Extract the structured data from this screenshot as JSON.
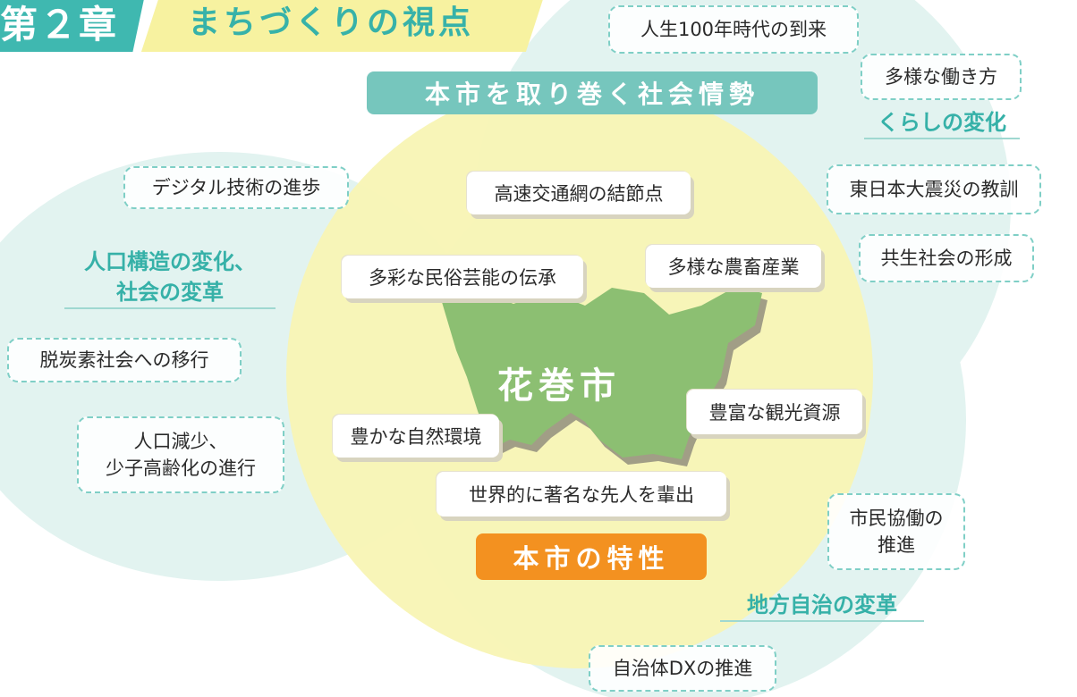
{
  "chapter": {
    "number": "第２章",
    "title": "まちづくりの視点"
  },
  "labels": {
    "social_trends": "本市を取り巻く社会情勢",
    "city_traits": "本市の特性",
    "city_name": "花巻市"
  },
  "categories": {
    "life_change": "くらしの変化",
    "population_change": "人口構造の変化、\n社会の変革",
    "local_autonomy": "地方自治の変革"
  },
  "trend_items": {
    "life100": "人生100年時代の到来",
    "diverse_work": "多様な働き方",
    "earthquake_lesson": "東日本大震災の教訓",
    "inclusive_society": "共生社会の形成",
    "digital_progress": "デジタル技術の進歩",
    "decarbonization": "脱炭素社会への移行",
    "aging_population": "人口減少、\n少子高齢化の進行",
    "citizen_collab": "市民協働の\n推進",
    "municipal_dx": "自治体DXの推進"
  },
  "city_items": {
    "transport_hub": "高速交通網の結節点",
    "folk_arts": "多彩な民俗芸能の伝承",
    "agriculture": "多様な農畜産業",
    "tourism": "豊富な観光資源",
    "nature": "豊かな自然環境",
    "notable_people": "世界的に著名な先人を輩出"
  },
  "colors": {
    "teal_circle": "#e2f3f0",
    "yellow_circle": "#f8f5b6",
    "city_map": "#8cbf72",
    "accent_teal": "#3fb8b0",
    "accent_orange": "#f39120"
  }
}
